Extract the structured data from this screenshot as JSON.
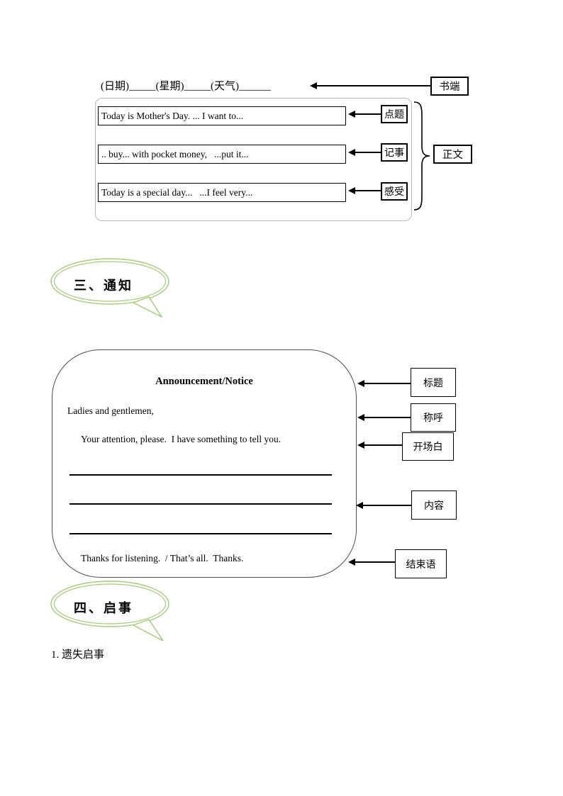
{
  "diary": {
    "date_line": "(日期)_____(星期)_____(天气)______",
    "shuduan_label": "书端",
    "rows": [
      {
        "text": "Today is Mother's Day. ... I want to...",
        "label": "点题"
      },
      {
        "text": ".. buy... with pocket money,   ...put it...",
        "label": "记事"
      },
      {
        "text": "Today is a special day...   ...I feel very...",
        "label": "感受"
      }
    ],
    "body_label": "正文"
  },
  "section_notice": {
    "bubble_title": "三、通知",
    "title": "Announcement/Notice",
    "salutation": "Ladies and gentlemen,",
    "opening": "Your attention, please.  I have something to tell you.",
    "closing": "Thanks for listening.  / That’s all.  Thanks.",
    "label_title": "标题",
    "label_salutation": "称呼",
    "label_opening": "开场白",
    "label_content": "内容",
    "label_closing": "结束语"
  },
  "section_shishi": {
    "bubble_title": "四、启事",
    "item_1": "1. 遗失启事"
  },
  "colors": {
    "bubble_green": "#a6c97e",
    "text_black": "#000000",
    "panel_border_gray": "#4d4d4d",
    "container_border_light": "#b9b9b9"
  }
}
